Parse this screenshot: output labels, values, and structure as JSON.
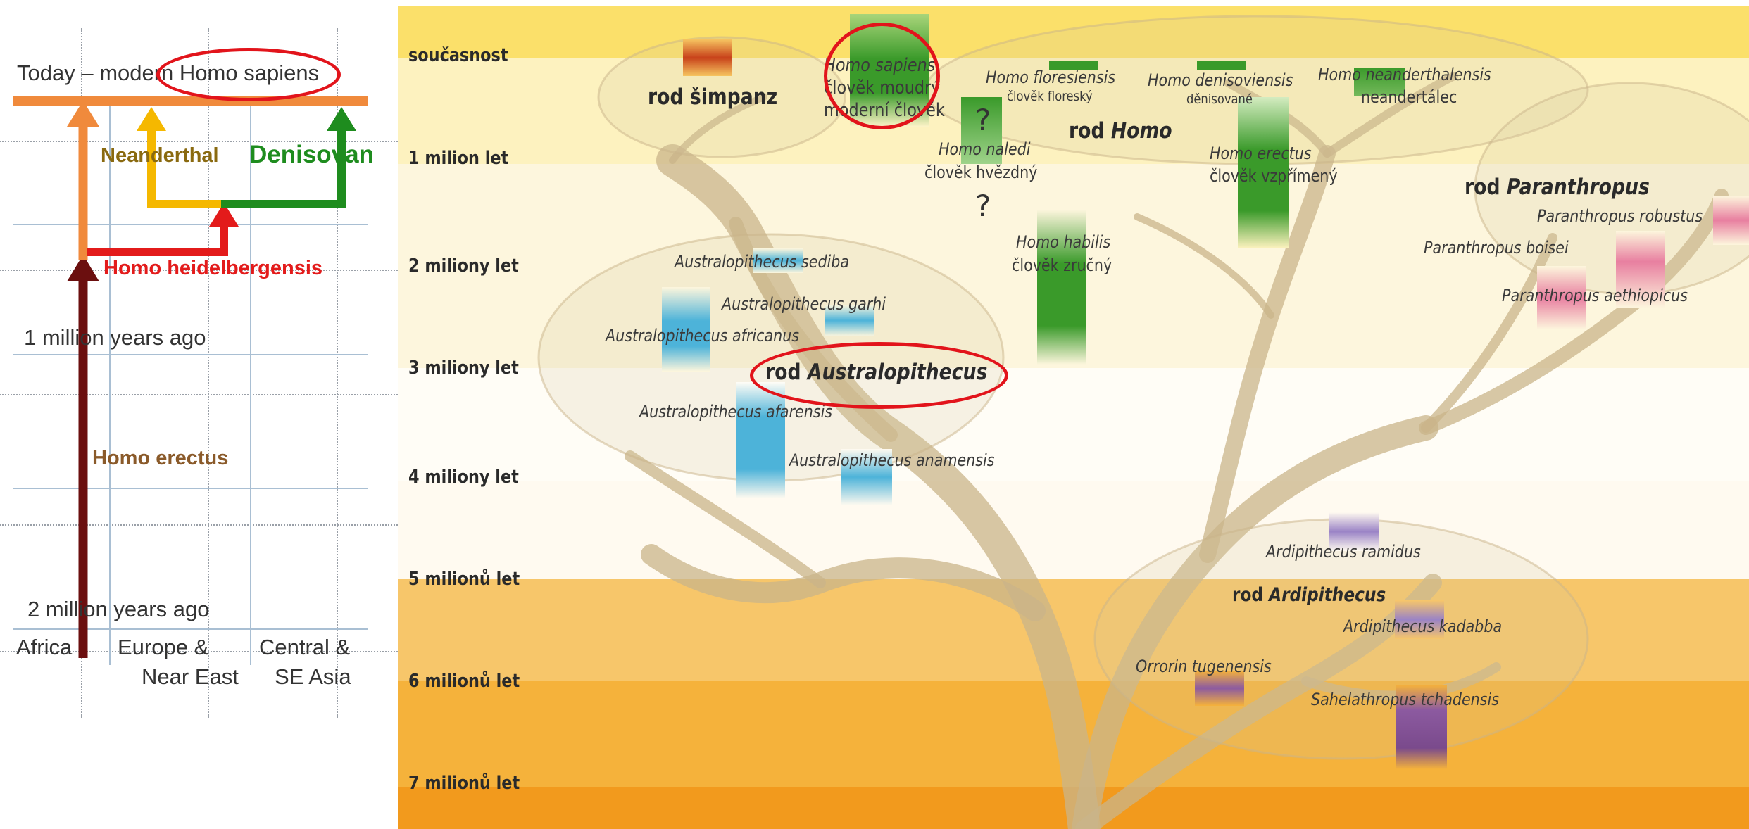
{
  "left_panel": {
    "top_label": "Today – modern Homo sapiens",
    "neanderthal": "Neanderthal",
    "denisovan": "Denisovan",
    "heidelbergensis": "Homo heidelbergensis",
    "one_million": "1 million years ago",
    "erectus": "Homo erectus",
    "two_million": "2 million years ago",
    "regions": {
      "africa": "Africa",
      "europe_1": "Europe &",
      "europe_2": "Near East",
      "asia_1": "Central &",
      "asia_2": "SE Asia"
    },
    "colors": {
      "sapiens_arrow": "#f08a3c",
      "neanderthal_arrow": "#f5b800",
      "denisovan_arrow": "#1e8c1e",
      "heidelbergensis_arrow": "#e31b1b",
      "erectus_arrow": "#6b0f0f",
      "highlight_oval": "#e2141b"
    }
  },
  "right_panel": {
    "time_labels": [
      "současnost",
      "1 milion let",
      "2 miliony let",
      "3 miliony let",
      "4 miliony let",
      "5 milionů let",
      "6 milionů let",
      "7 milionů let"
    ],
    "genera": {
      "chimp": "rod šimpanz",
      "homo_prefix": "rod ",
      "homo": "Homo",
      "paranthropus_prefix": "rod ",
      "paranthropus": "Paranthropus",
      "australopithecus_prefix": "rod ",
      "australopithecus": "Australopithecus",
      "ardipithecus_prefix": "rod ",
      "ardipithecus": "Ardipithecus"
    },
    "species": {
      "sapiens": "Homo sapiens",
      "sapiens_cz1": "člověk moudrý",
      "sapiens_cz2": "moderní člověk",
      "floresiensis": "Homo floresiensis",
      "floresiensis_cz": "člověk floreský",
      "denisoviensis": "Homo denisoviensis",
      "denisoviensis_cz": "děnisované",
      "neanderthalensis": "Homo neanderthalensis",
      "neanderthalensis_cz": "neandertálec",
      "naledi": "Homo naledi",
      "naledi_cz": "člověk hvězdný",
      "erectus": "Homo erectus",
      "erectus_cz": "člověk vzpřímený",
      "habilis": "Homo habilis",
      "habilis_cz": "člověk zručný",
      "q1": "?",
      "q2": "?",
      "p_robustus": "Paranthropus robustus",
      "p_boisei": "Paranthropus boisei",
      "p_aethiopicus": "Paranthropus aethiopicus",
      "a_sediba": "Australopithecus sediba",
      "a_garhi": "Australopithecus garhi",
      "a_africanus": "Australopithecus africanus",
      "a_afarensis": "Australopithecus afarensis",
      "a_anamensis": "Australopithecus anamensis",
      "ar_ramidus": "Ardipithecus ramidus",
      "ar_kadabba": "Ardipithecus kadabba",
      "orrorin": "Orrorin tugenensis",
      "sahelanthropus": "Sahelathropus tchadensis"
    },
    "colors": {
      "band_light": "#fdf7dc",
      "band_yellow": "#fbe38a",
      "band_orange": "#f4a320",
      "homo_bar": "#3a9a2a",
      "australopithecus_bar": "#4db3d9",
      "paranthropus_bar": "#e87fa0",
      "ardipithecus_bar": "#9a83c6",
      "chimp_bar": "#c8421a",
      "tree": "#c9b48a"
    }
  }
}
